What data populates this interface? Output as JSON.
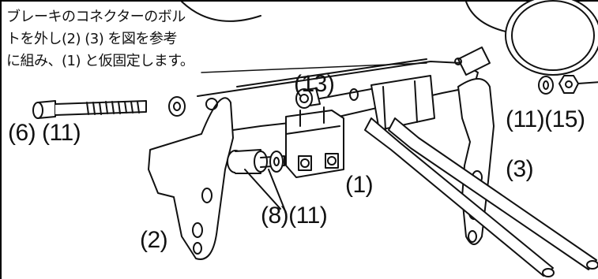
{
  "instruction": {
    "lines": [
      "ブレーキのコネクターのボル",
      "トを外し(2) (3) を図を参考",
      "に組み、(1) と仮固定します。"
    ]
  },
  "callouts": {
    "c13": "(13)",
    "c6_11": "(6) (11)",
    "c11_15": "(11)(15)",
    "c3": "(3)",
    "c1": "(1)",
    "c8_11": "(8)(11)",
    "c2": "(2)"
  }
}
